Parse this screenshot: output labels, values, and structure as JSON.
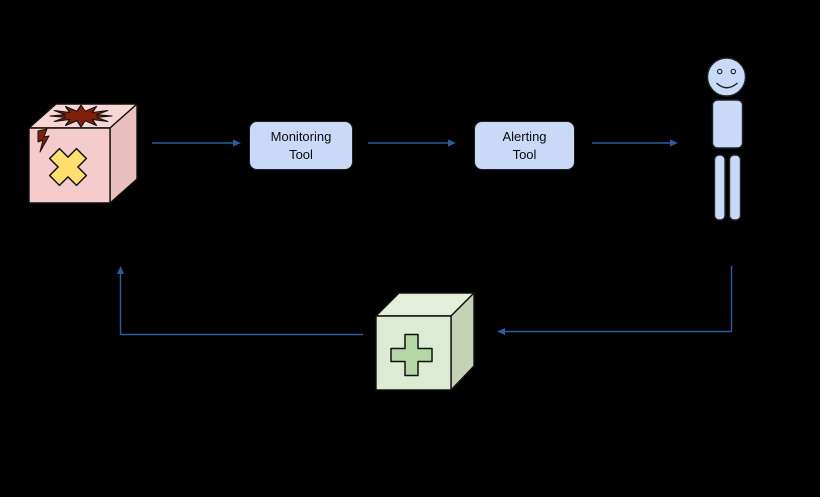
{
  "diagram": {
    "background_color": "#000000",
    "connector_color": "#2b5c9d",
    "nodes": {
      "failing_system": {
        "icon": "broken-system-cube-icon",
        "cube_front_color": "#f5cbcb",
        "cube_top_color": "#f7d6d6",
        "cube_side_color": "#e9bfbf",
        "explosion_color": "#7f2108",
        "lightning_color": "#7f2108",
        "x_mark_color": "#ffe06e"
      },
      "monitoring_tool": {
        "line1": "Monitoring",
        "line2": "Tool",
        "fill_color": "#c9daf8",
        "border_color": "#1f1f1f",
        "text_color": "#0b0b0b"
      },
      "alerting_tool": {
        "line1": "Alerting",
        "line2": "Tool",
        "fill_color": "#c9daf8",
        "border_color": "#1f1f1f",
        "text_color": "#0b0b0b"
      },
      "operator": {
        "icon": "person-icon",
        "fill_color": "#c9daf8",
        "outline_color": "#222222"
      },
      "fix": {
        "icon": "fix-cube-icon",
        "cube_front_color": "#dcebd3",
        "cube_top_color": "#e3efda",
        "cube_side_color": "#c3d2b5",
        "plus_color": "#b5d7a5"
      }
    },
    "edges": [
      {
        "from": "failing_system",
        "to": "monitoring_tool"
      },
      {
        "from": "monitoring_tool",
        "to": "alerting_tool"
      },
      {
        "from": "alerting_tool",
        "to": "operator"
      },
      {
        "from": "operator",
        "to": "fix"
      },
      {
        "from": "fix",
        "to": "failing_system"
      }
    ]
  }
}
